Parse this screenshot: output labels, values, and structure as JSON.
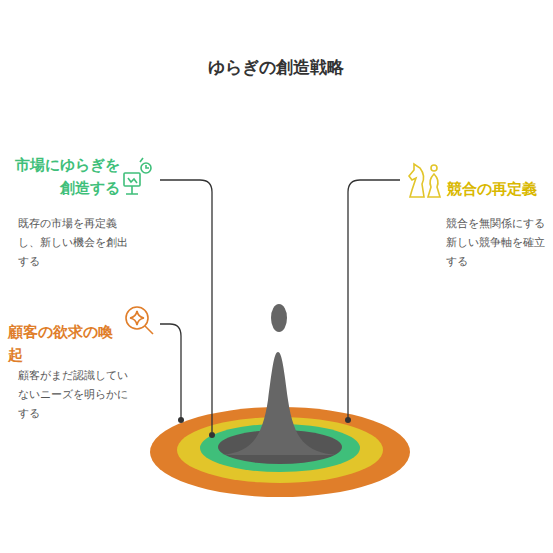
{
  "diagram": {
    "title": "ゆらぎの創造戦略",
    "labels": [
      "市場にゆらぎを創造する",
      "既存の市場を再定義し、新しい機会を創出する",
      "競合の再定義",
      "競合を無関係にする新しい競争軸を確立する",
      "顧客の欲求の喚起",
      "顧客がまだ認識していないニーズを明らかにする"
    ]
  }
}
